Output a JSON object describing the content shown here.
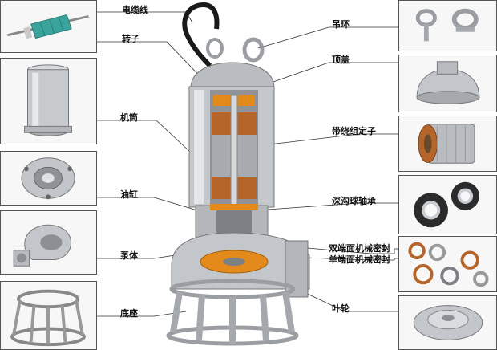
{
  "labels": {
    "cable": "电缆线",
    "rotor": "转子",
    "casing": "机筒",
    "oil_chamber": "油缸",
    "pump_body": "泵体",
    "base": "底座",
    "lifting_ring": "吊环",
    "top_cover": "顶盖",
    "stator": "带绕组定子",
    "bearing": "深沟球轴承",
    "double_seal": "双端面机械密封",
    "single_seal": "单端面机械密封",
    "impeller": "叶轮"
  },
  "colors": {
    "frame": "#555555",
    "metal": "#b9bcc0",
    "metal_dark": "#7d8186",
    "copper": "#b5652a",
    "accent_orange": "#e38a1a",
    "rotor_teal": "#3aa39b"
  },
  "thumbnails": [
    {
      "name": "rotor-thumb",
      "icon": "rotor-icon"
    },
    {
      "name": "casing-thumb",
      "icon": "cylinder-icon"
    },
    {
      "name": "oil-chamber-thumb",
      "icon": "flange-icon"
    },
    {
      "name": "pump-body-thumb",
      "icon": "volute-icon"
    },
    {
      "name": "base-thumb",
      "icon": "cage-icon"
    },
    {
      "name": "lifting-ring-thumb",
      "icon": "eyebolt-icon"
    },
    {
      "name": "top-cover-thumb",
      "icon": "cover-icon"
    },
    {
      "name": "stator-thumb",
      "icon": "stator-icon"
    },
    {
      "name": "bearing-thumb",
      "icon": "bearing-icon"
    },
    {
      "name": "seal-thumb",
      "icon": "seal-icon"
    },
    {
      "name": "impeller-thumb",
      "icon": "impeller-icon"
    }
  ]
}
